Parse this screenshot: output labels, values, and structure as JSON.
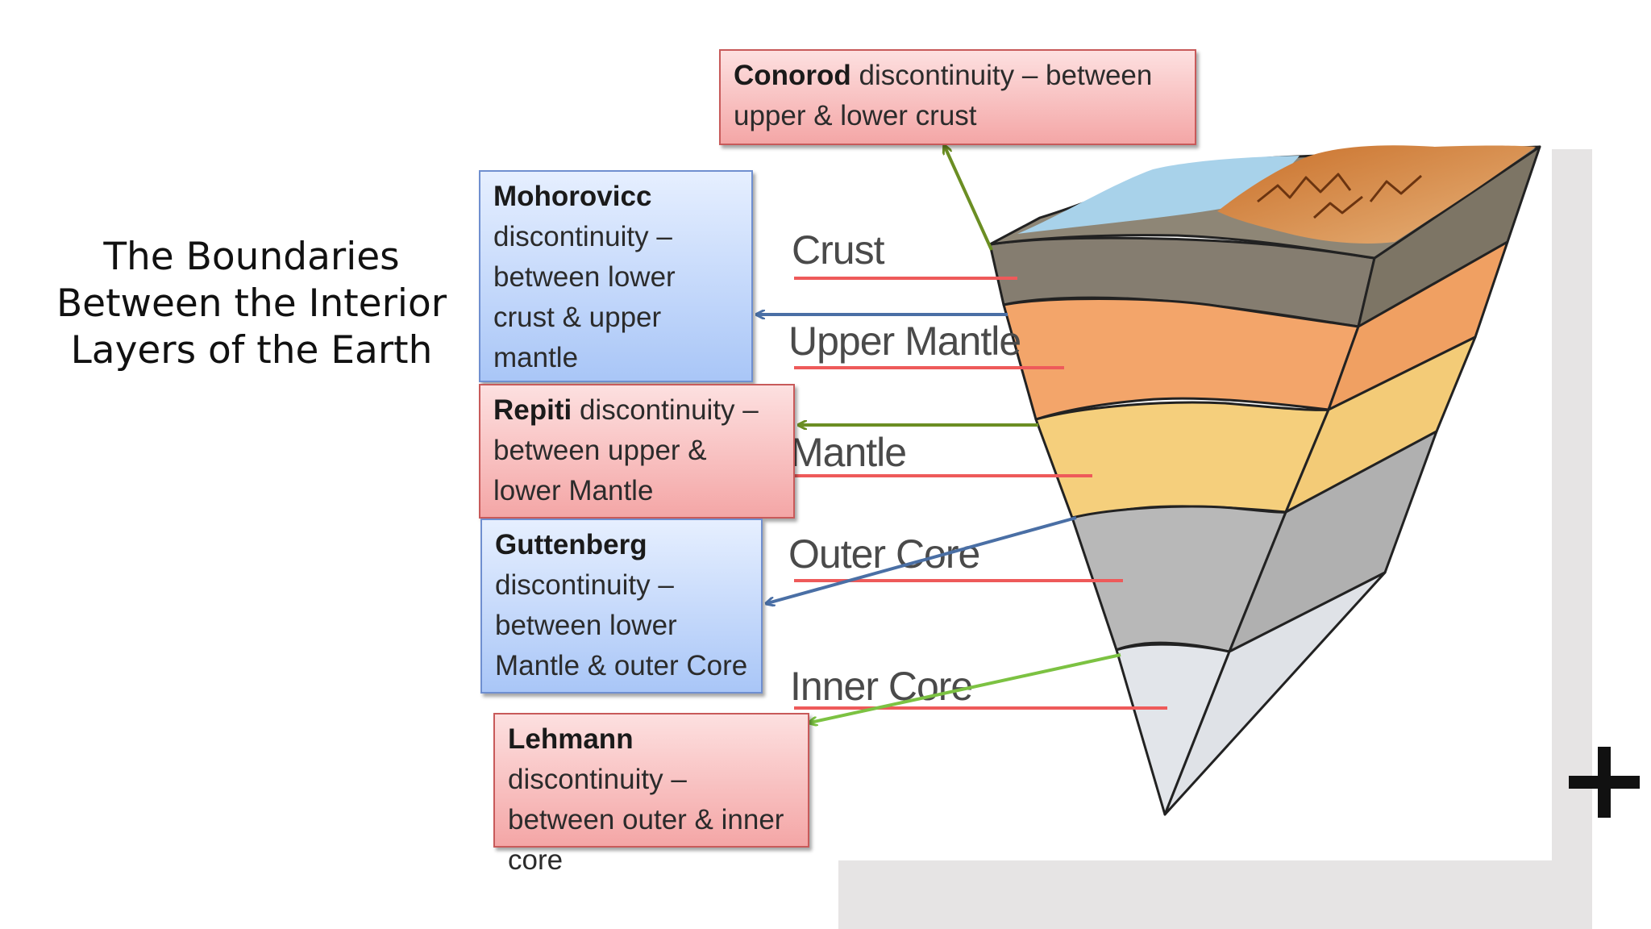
{
  "title": "The Boundaries Between the Interior Layers of the Earth",
  "layers": [
    "Crust",
    "Upper Mantle",
    "Mantle",
    "Outer Core",
    "Inner Core"
  ],
  "callouts": {
    "conorod": {
      "name": "Conorod",
      "text": " discontinuity – between upper & lower crust"
    },
    "moho": {
      "name": "Mohorovicc",
      "text": " discontinuity – between lower crust & upper mantle"
    },
    "repiti": {
      "name": "Repiti",
      "text": " discontinuity – between upper & lower Mantle"
    },
    "gutten": {
      "name": "Guttenberg",
      "text": " discontinuity – between lower Mantle & outer Core"
    },
    "lehmann": {
      "name": "Lehmann",
      "text": " discontinuity – between outer & inner core"
    }
  },
  "colors": {
    "red_box": "#f4a6a6",
    "blue_box": "#a9c6f7",
    "arrow_green": "#6b8e23",
    "arrow_blue": "#4a6fa5",
    "arrow_light_green": "#7cc242",
    "crust": "#8a8173",
    "upper_mantle": "#f3a56a",
    "mantle": "#f5cf7c",
    "outer_core": "#b9b9b9",
    "inner_core": "#e4e7ec",
    "ocean": "#a8d2ea"
  },
  "icons": {
    "plus": "plus-icon"
  }
}
